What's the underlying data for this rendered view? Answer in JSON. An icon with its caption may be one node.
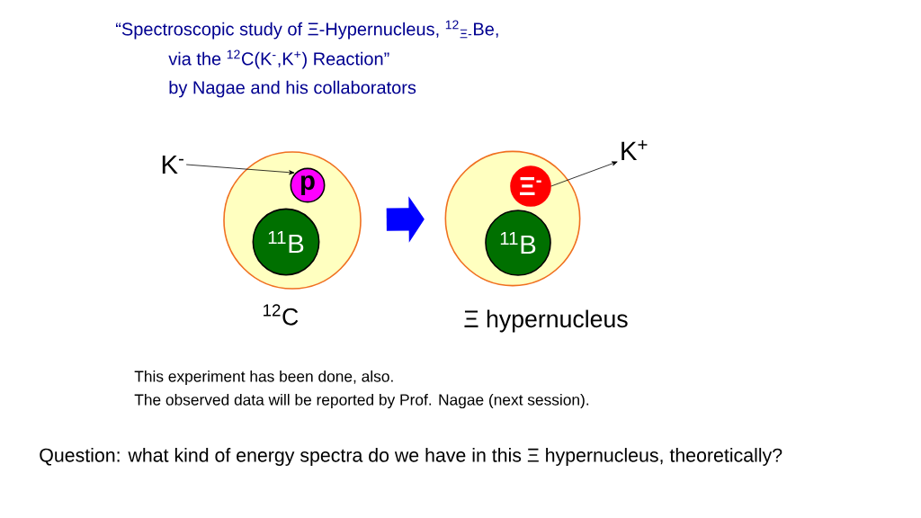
{
  "diagram": {
    "title": "“Spectroscopic study of Ξ-Hypernucleus, $^{12}$$_{Ξ-}$Be,",
    "nodes": [
      {
        "text": [],
        "shape": "circle",
        "beside": [
          "$^{12}$C"
        ]
      },
      {
        "text": [
          "p"
        ],
        "in": 0
      },
      {
        "text": [
          "$^{11}$B"
        ],
        "in": 0
      },
      {
        "text": [],
        "shape": "circle",
        "beside": [
          "Ξ hypernucleus"
        ]
      },
      {
        "text": [
          "Ξ$^{-}$"
        ],
        "in": 3
      },
      {
        "text": [
          "$^{11}$B"
        ],
        "in": 3
      },
      {
        "text": [
          "K$^{-}$"
        ]
      },
      {
        "text": [
          "K$^{+}$"
        ]
      }
    ],
    "edges": [
      {
        "from": 6,
        "to": 1,
        "arrow": "to"
      },
      {
        "from": 4,
        "to": 7,
        "arrow": "to"
      },
      {
        "from": 0,
        "to": 3,
        "arrow": "to",
        "style": "thick",
        "color": "#0000ff"
      }
    ],
    "labels": [
      "via the $^{12}$C(K$^{-}$,K$^{+}$)  Reaction”",
      "by Nagae  and his collaborators",
      "This experiment has been done, also.",
      "The observed data will be reported by Prof. Nagae (next session).",
      "Question: what kind of energy spectra do we have in this Ξ hypernucleus, theoretically?"
    ]
  }
}
